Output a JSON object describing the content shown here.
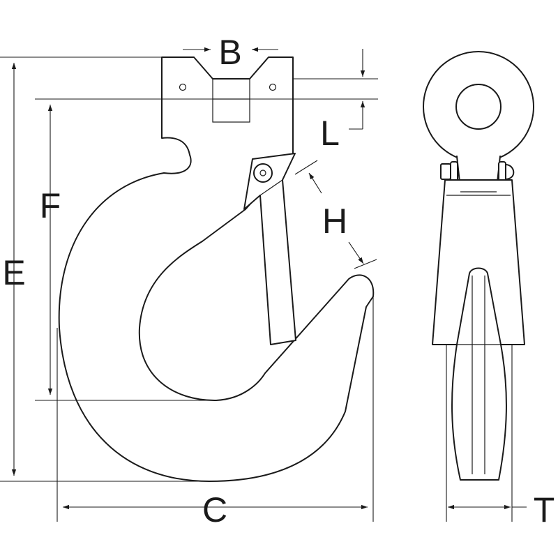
{
  "labels": {
    "b": "B",
    "l": "L",
    "f": "F",
    "e": "E",
    "h": "H",
    "c": "C",
    "t": "T"
  }
}
